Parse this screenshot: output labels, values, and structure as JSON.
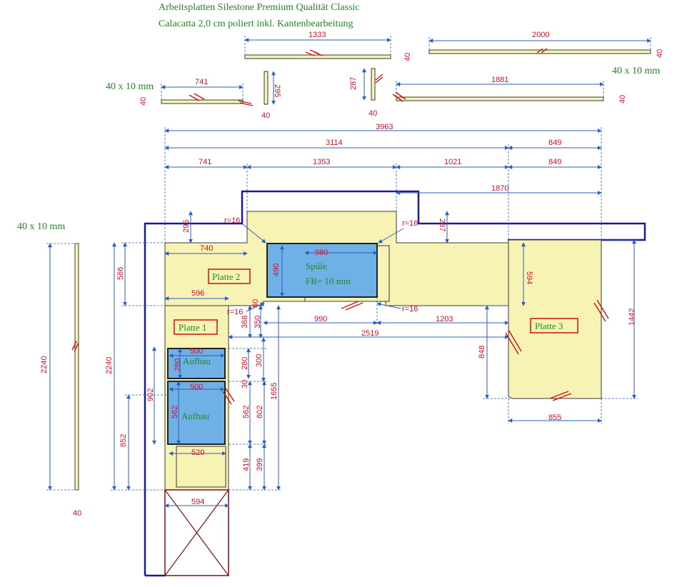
{
  "header": {
    "title_line1": "Arbeitsplatten Silestone Premium Qualität Classic",
    "title_line2": "Calacatta 2,0 cm poliert inkl. Kantenbearbeitung"
  },
  "notes": {
    "strip_size_left_top": "40 x 10 mm",
    "strip_size_right_top": "40 x 10 mm",
    "strip_size_left_mid": "40 x 10 mm"
  },
  "labels": {
    "platte1": "Platte 1",
    "platte2": "Platte 2",
    "platte3": "Platte 3",
    "sink_line1": "Spüle",
    "sink_line2": "FB= 10 mm",
    "aufbau_top": "Aufbau",
    "aufbau_bottom": "Aufbau"
  },
  "radii": {
    "r_left": "r=16",
    "r_right": "r=16",
    "r_mid_left": "r=16",
    "r_mid_right": "r=16"
  },
  "dimensions": {
    "strip_1333": "1333",
    "strip_2000": "2000",
    "strip_741": "741",
    "strip_1881": "1881",
    "strip_295": "295",
    "strip_287": "287",
    "strip_2240": "2240",
    "edge_40": "40",
    "overall_3963": "3963",
    "overall_3114": "3114",
    "overall_849a": "849",
    "seg_741": "741",
    "seg_1353": "1353",
    "seg_1021": "1021",
    "seg_849b": "849",
    "seg_1870": "1870",
    "d_295": "295",
    "d_287": "287",
    "d_740": "740",
    "d_586": "586",
    "d_596": "596",
    "d_980": "980",
    "d_490": "490",
    "d_594r": "594",
    "d_60": "60",
    "d_990": "990",
    "d_1203": "1203",
    "d_2519": "2519",
    "d_368": "368",
    "d_350": "350",
    "d_1442": "1442",
    "d_500a": "500",
    "d_280a": "280",
    "d_280b": "280",
    "d_300": "300",
    "d_30": "30",
    "d_848": "848",
    "d_855": "855",
    "d_902": "902",
    "d_2240": "2240",
    "d_500b": "500",
    "d_562a": "562",
    "d_562b": "562",
    "d_602": "602",
    "d_1655": "1655",
    "d_852": "852",
    "d_520": "520",
    "d_419": "419",
    "d_399": "399",
    "d_594b": "594"
  },
  "colors": {
    "slab": "#f7f3b4",
    "dimension_line": "#2a5fbf",
    "dimension_text": "#d0102a",
    "wall": "#1a1a99",
    "sink": "#6fb0e6",
    "label_text": "#1f8a1f"
  }
}
